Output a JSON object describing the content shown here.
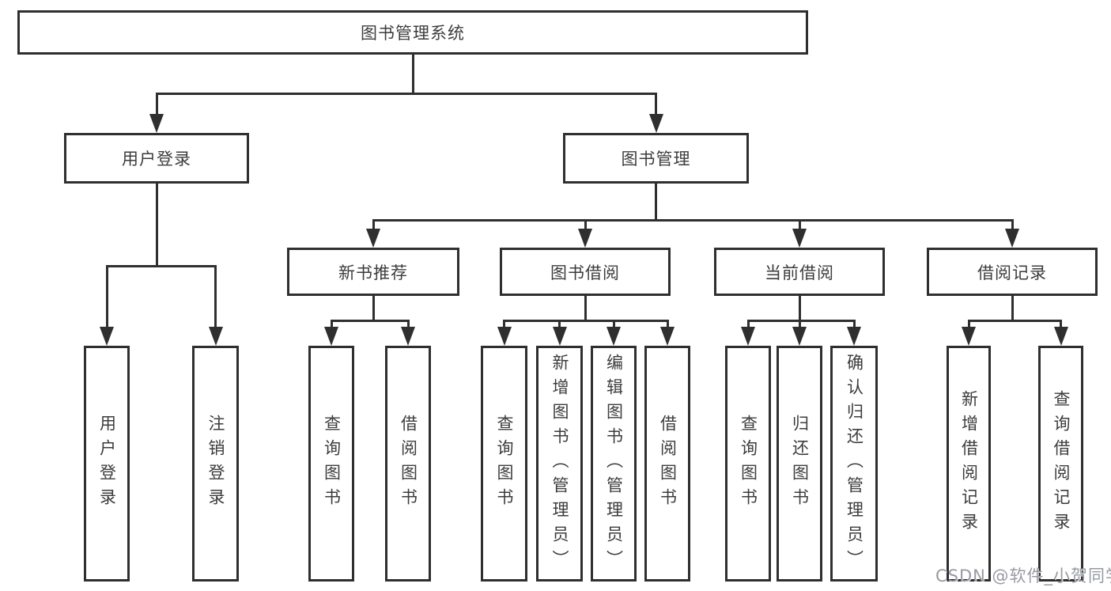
{
  "diagram": {
    "title": "图书管理系统",
    "type": "tree",
    "line_color": "#2f2f2f",
    "box_background": "#ffffff",
    "text_color": "#3c3c3c"
  },
  "watermark": {
    "text": "CSDN @软件_小贺同学",
    "color": "#979aa1"
  },
  "nodes": [
    {
      "id": "root",
      "label": "图书管理系统"
    },
    {
      "id": "user-login",
      "label": "用户登录"
    },
    {
      "id": "book-mgmt",
      "label": "图书管理"
    },
    {
      "id": "new-book-recommend",
      "label": "新书推荐"
    },
    {
      "id": "book-borrow",
      "label": "图书借阅"
    },
    {
      "id": "current-borrow",
      "label": "当前借阅"
    },
    {
      "id": "borrow-records",
      "label": "借阅记录"
    },
    {
      "id": "leaf-user-login",
      "label": "用户登录"
    },
    {
      "id": "leaf-logout",
      "label": "注销登录"
    },
    {
      "id": "leaf-query-books-1",
      "label": "查询图书"
    },
    {
      "id": "leaf-borrow-books-1",
      "label": "借阅图书"
    },
    {
      "id": "leaf-query-books-2",
      "label": "查询图书"
    },
    {
      "id": "leaf-add-book",
      "label": "新增图书（管理员）"
    },
    {
      "id": "leaf-edit-book",
      "label": "编辑图书（管理员）"
    },
    {
      "id": "leaf-borrow-books-2",
      "label": "借阅图书"
    },
    {
      "id": "leaf-query-books-3",
      "label": "查询图书"
    },
    {
      "id": "leaf-return-book",
      "label": "归还图书"
    },
    {
      "id": "leaf-confirm-return",
      "label": "确认归还（管理员）"
    },
    {
      "id": "leaf-add-borrow-record",
      "label": "新增借阅记录"
    },
    {
      "id": "leaf-query-borrow-record",
      "label": "查询借阅记录"
    }
  ],
  "edges": [
    {
      "from": "root",
      "to": "user-login"
    },
    {
      "from": "root",
      "to": "book-mgmt"
    },
    {
      "from": "user-login",
      "to": "leaf-user-login"
    },
    {
      "from": "user-login",
      "to": "leaf-logout"
    },
    {
      "from": "book-mgmt",
      "to": "new-book-recommend"
    },
    {
      "from": "book-mgmt",
      "to": "book-borrow"
    },
    {
      "from": "book-mgmt",
      "to": "current-borrow"
    },
    {
      "from": "book-mgmt",
      "to": "borrow-records"
    },
    {
      "from": "new-book-recommend",
      "to": "leaf-query-books-1"
    },
    {
      "from": "new-book-recommend",
      "to": "leaf-borrow-books-1"
    },
    {
      "from": "book-borrow",
      "to": "leaf-query-books-2"
    },
    {
      "from": "book-borrow",
      "to": "leaf-add-book"
    },
    {
      "from": "book-borrow",
      "to": "leaf-edit-book"
    },
    {
      "from": "book-borrow",
      "to": "leaf-borrow-books-2"
    },
    {
      "from": "current-borrow",
      "to": "leaf-query-books-3"
    },
    {
      "from": "current-borrow",
      "to": "leaf-return-book"
    },
    {
      "from": "current-borrow",
      "to": "leaf-confirm-return"
    },
    {
      "from": "borrow-records",
      "to": "leaf-add-borrow-record"
    },
    {
      "from": "borrow-records",
      "to": "leaf-query-borrow-record"
    }
  ]
}
